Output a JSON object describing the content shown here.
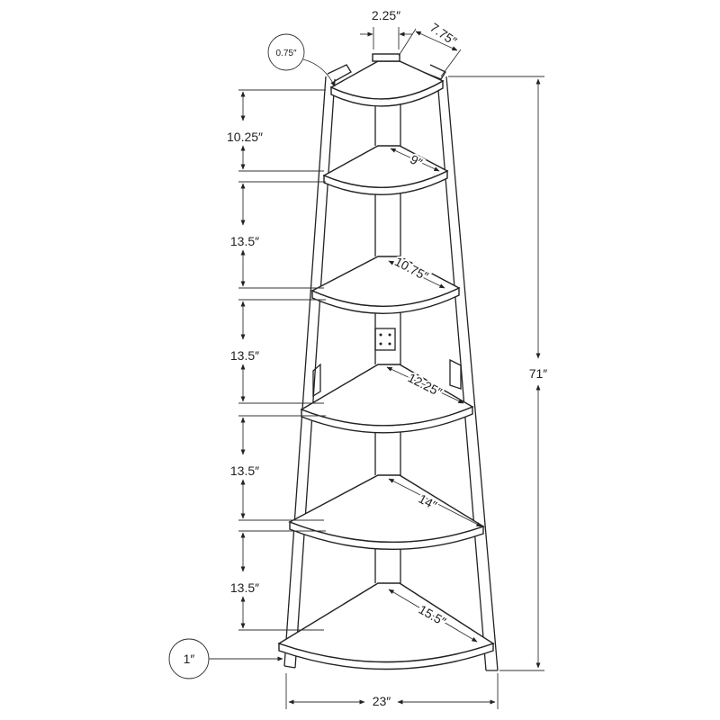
{
  "title": "Corner ladder shelf dimensions",
  "dimensions": {
    "top_post_width": "2.25″",
    "top_shelf_depth": "7.75″",
    "shelf_thickness": "0.75″",
    "gap_1": "10.25″",
    "gap_2": "13.5″",
    "gap_3": "13.5″",
    "gap_4": "13.5″",
    "gap_5": "13.5″",
    "shelf_2_depth": "9″",
    "shelf_3_depth": "10.75″",
    "shelf_4_depth": "12.25″",
    "shelf_5_depth": "14″",
    "shelf_6_depth": "15.5″",
    "total_height": "71″",
    "leg_thickness": "1″",
    "total_width": "23″"
  }
}
